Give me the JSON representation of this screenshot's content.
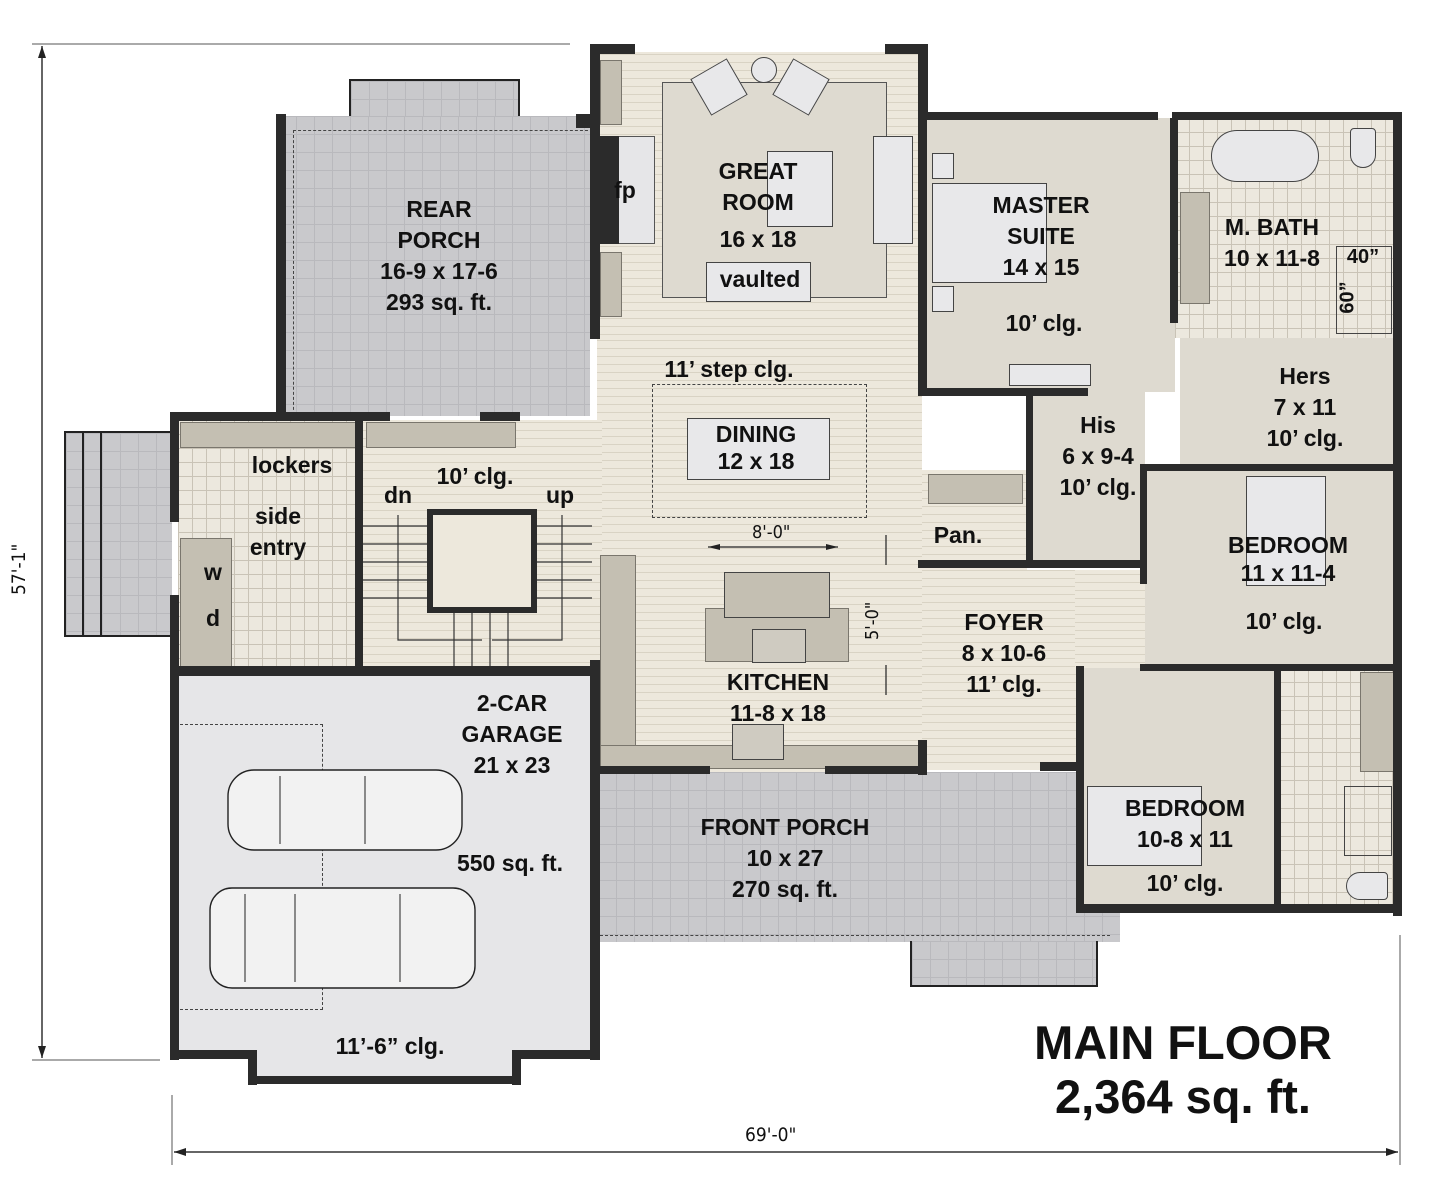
{
  "plan": {
    "title": "MAIN FLOOR",
    "total_area": "2,364 sq. ft.",
    "overall_width": "69'-0\"",
    "overall_depth": "57'-1\""
  },
  "rooms": {
    "rear_porch": {
      "name_1": "REAR",
      "name_2": "PORCH",
      "size": "16-9 x 17-6",
      "area": "293 sq. ft."
    },
    "great_room": {
      "name_1": "GREAT",
      "name_2": "ROOM",
      "size": "16 x 18",
      "ceiling": "vaulted",
      "fireplace": "fp"
    },
    "master_suite": {
      "name_1": "MASTER",
      "name_2": "SUITE",
      "size": "14 x 15",
      "ceiling": "10’ clg."
    },
    "master_bath": {
      "name": "M. BATH",
      "size": "10 x 11-8",
      "shower_w": "40”",
      "shower_d": "60”"
    },
    "his_closet": {
      "name": "His",
      "size": "6 x 9-4",
      "ceiling": "10’ clg."
    },
    "hers_closet": {
      "name": "Hers",
      "size": "7 x 11",
      "ceiling": "10’ clg."
    },
    "dining": {
      "name": "DINING",
      "size": "12 x 18",
      "ceiling": "11’ step clg."
    },
    "hall": {
      "ceiling": "10’ clg.",
      "stairs_down": "dn",
      "stairs_up": "up"
    },
    "side_entry": {
      "name_1": "side",
      "name_2": "entry",
      "lockers": "lockers",
      "washer": "w",
      "dryer": "d"
    },
    "kitchen": {
      "name": "KITCHEN",
      "size": "11-8 x 18",
      "island_width": "8'-0\"",
      "island_clearance": "5'-0\""
    },
    "pantry": {
      "name": "Pan."
    },
    "foyer": {
      "name": "FOYER",
      "size": "8 x 10-6",
      "ceiling": "11’ clg."
    },
    "bedroom_2": {
      "name": "BEDROOM",
      "size": "11 x 11-4",
      "ceiling": "10’ clg."
    },
    "bedroom_3": {
      "name": "BEDROOM",
      "size": "10-8 x 11",
      "ceiling": "10’ clg."
    },
    "garage": {
      "name_1": "2-CAR",
      "name_2": "GARAGE",
      "size": "21 x 23",
      "area": "550 sq. ft.",
      "ceiling": "11’-6” clg."
    },
    "front_porch": {
      "name": "FRONT PORCH",
      "size": "10 x 27",
      "area": "270 sq. ft."
    }
  },
  "colors": {
    "wall": "#2b2b2b",
    "wood_floor": "#ede8dc",
    "carpet": "#dedad0",
    "porch": "#c9c9cc",
    "garage": "#e6e6e8",
    "cabinet": "#c4bfb2"
  }
}
